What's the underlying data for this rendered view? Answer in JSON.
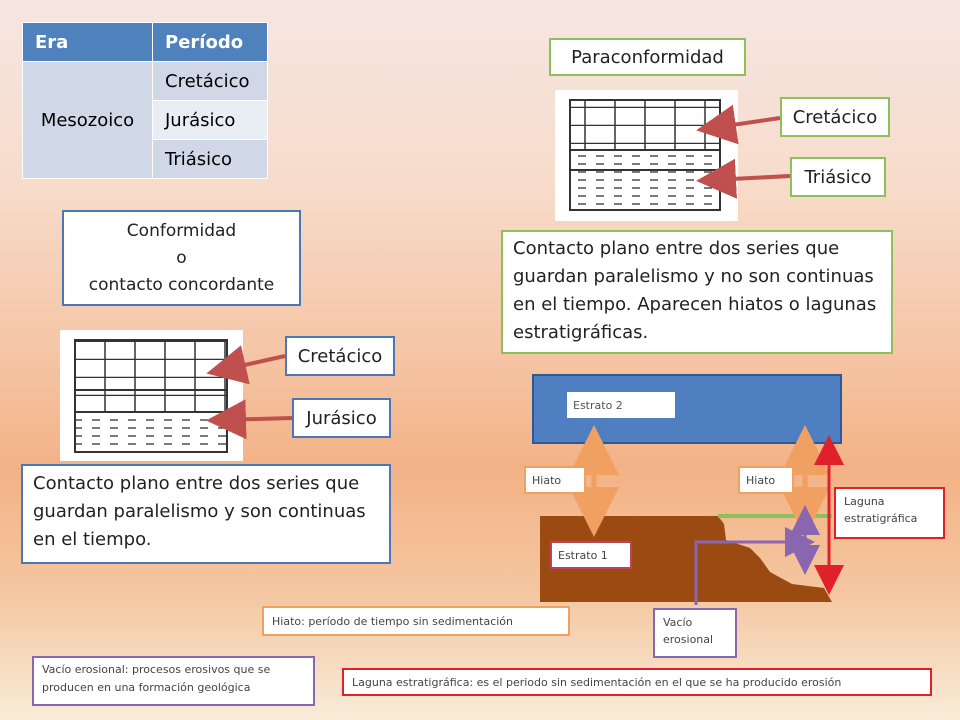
{
  "table": {
    "headers": [
      "Era",
      "Período"
    ],
    "era": "Mesozoico",
    "periods": [
      "Cretácico",
      "Jurásico",
      "Triásico"
    ]
  },
  "para": {
    "title": "Paraconformidad",
    "top_label": "Cretácico",
    "bottom_label": "Triásico",
    "description": "Contacto plano entre dos series que guardan paralelismo y  no son continuas en el tiempo. Aparecen hiatos o lagunas estratigráficas."
  },
  "conf": {
    "title_lines": [
      "Conformidad",
      "o",
      "contacto concordante"
    ],
    "top_label": "Cretácico",
    "bottom_label": "Jurásico",
    "description": "Contacto plano entre dos series que guardan paralelismo y son continuas en el tiempo."
  },
  "diagram": {
    "estrato2": "Estrato 2",
    "estrato1": "Estrato 1",
    "hiato_left": "Hiato",
    "hiato_right": "Hiato",
    "laguna": "Laguna estratigráfica",
    "vacio": "Vacío erosional"
  },
  "definitions": {
    "hiato": "Hiato: período de tiempo sin sedimentación",
    "vacio": "Vacío erosional: procesos erosivos que se producen en una formación geológica",
    "laguna": "Laguna estratigráfica: es el periodo sin sedimentación en el que se ha producido erosión"
  },
  "colors": {
    "green_border": "#8dc05a",
    "blue_border": "#4a78b7",
    "estrato2_fill": "#4f7fc0",
    "estrato1_fill": "#9b4a12",
    "arrow_red": "#c0504d",
    "arrow_orange": "#f0a060",
    "arrow_purple": "#8866b0"
  }
}
